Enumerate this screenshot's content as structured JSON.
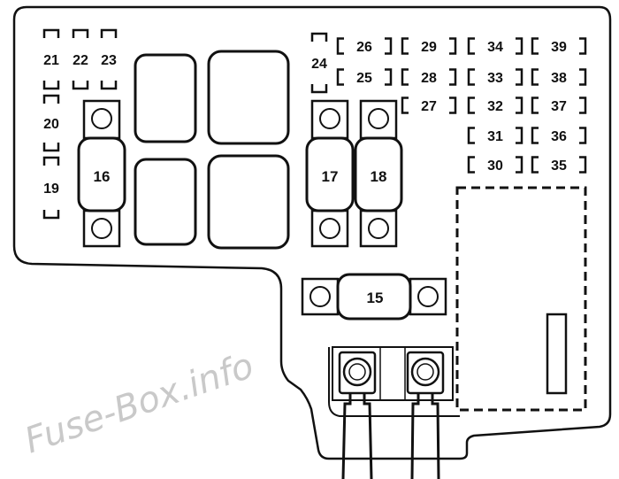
{
  "diagram": {
    "fuses_small": [
      "19",
      "20",
      "21",
      "22",
      "23",
      "24",
      "25",
      "26",
      "27",
      "28",
      "29",
      "30",
      "31",
      "32",
      "33",
      "34",
      "35",
      "36",
      "37",
      "38",
      "39"
    ],
    "fuses_large": [
      "15",
      "16",
      "17",
      "18"
    ],
    "watermark": "Fuse-Box.info"
  }
}
